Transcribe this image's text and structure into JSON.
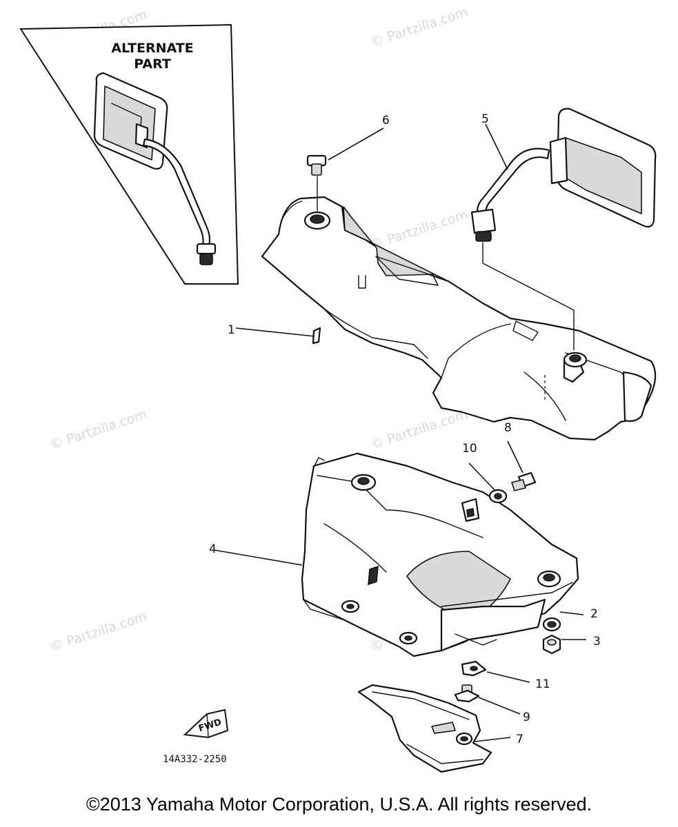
{
  "alternate_part": {
    "line1": "ALTERNATE",
    "line2": "PART"
  },
  "callouts": {
    "c1": "1",
    "c2": "2",
    "c3": "3",
    "c4": "4",
    "c5": "5",
    "c6": "6",
    "c7": "7",
    "c8": "8",
    "c9": "9",
    "c10": "10",
    "c11": "11"
  },
  "fwd_label": "FWD",
  "diagram_code": "14A332-2250",
  "watermark_text": "© Partzilla.com",
  "copyright": "©2013 Yamaha Motor Corporation, U.S.A. All rights reserved."
}
